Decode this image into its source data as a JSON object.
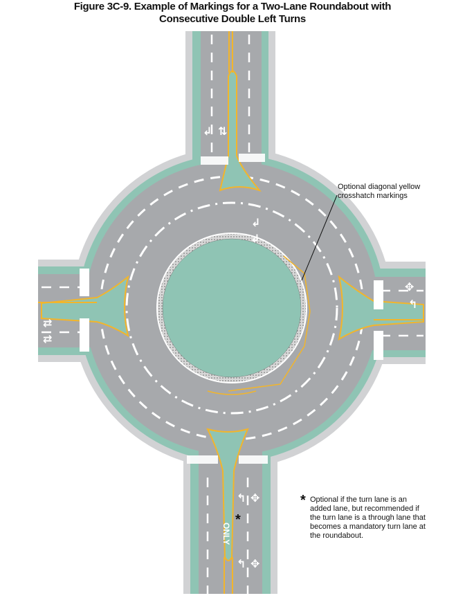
{
  "title": {
    "line1": "Figure 3C-9.  Example of Markings for a Two-Lane Roundabout with",
    "line2": "Consecutive Double Left Turns"
  },
  "callout": {
    "line1": "Optional diagonal yellow",
    "line2": "crosshatch markings"
  },
  "note": {
    "symbol": "*",
    "text": "Optional if the turn lane is an added lane, but recommended if the turn lane is a through lane that becomes a mandatory turn lane at the roundabout."
  },
  "pavement_marking": {
    "word": "ONLY",
    "symbol": "*"
  },
  "colors": {
    "pavement": "#a7a9ac",
    "shoulder": "#d1d2d4",
    "island": "#8fc4b4",
    "yellow": "#f2b52b",
    "white": "#ffffff"
  }
}
